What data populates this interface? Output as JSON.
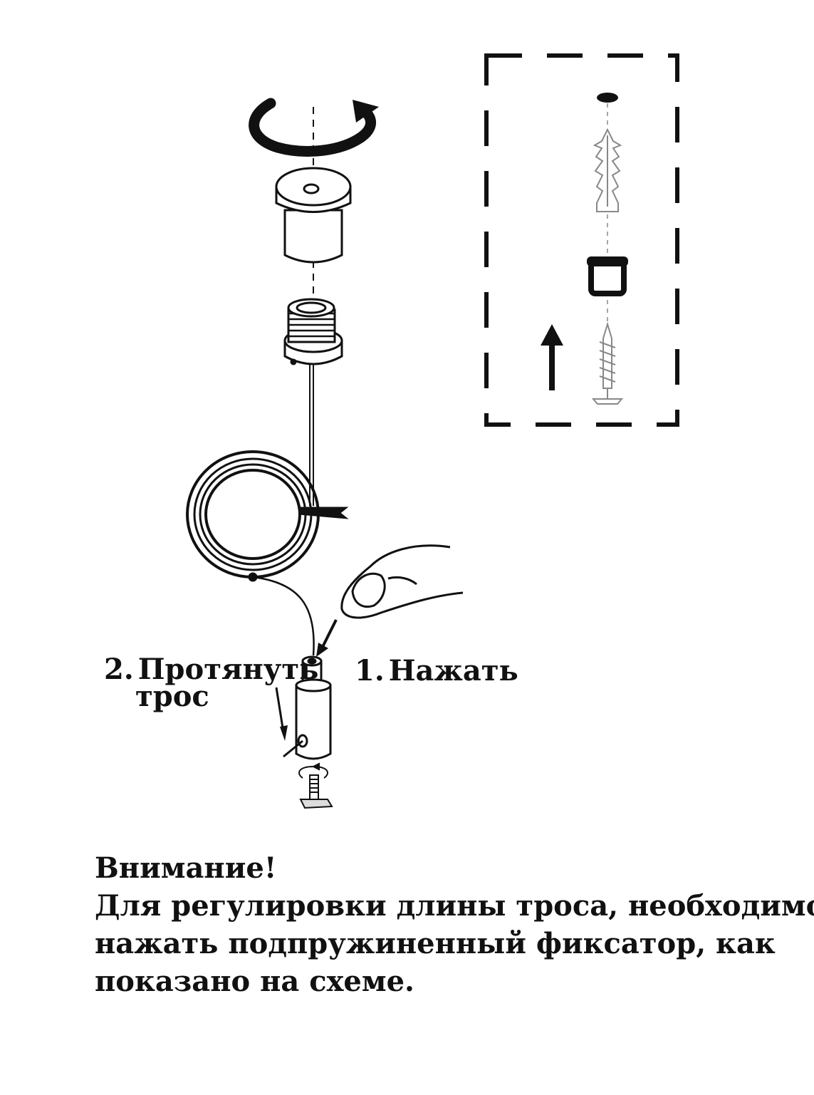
{
  "labels": {
    "pull": {
      "num": "2.",
      "line1": "Протянуть",
      "line2": "трос"
    },
    "press": {
      "num": "1.",
      "text": "Нажать"
    }
  },
  "warning": {
    "title": "Внимание!",
    "lines": [
      "Для регулировки длины троса, необходимо",
      "нажать подпружиненный фиксатор, как",
      "показано на схеме."
    ]
  },
  "colors": {
    "ink": "#111111",
    "background": "#ffffff",
    "grey": "#888888"
  }
}
